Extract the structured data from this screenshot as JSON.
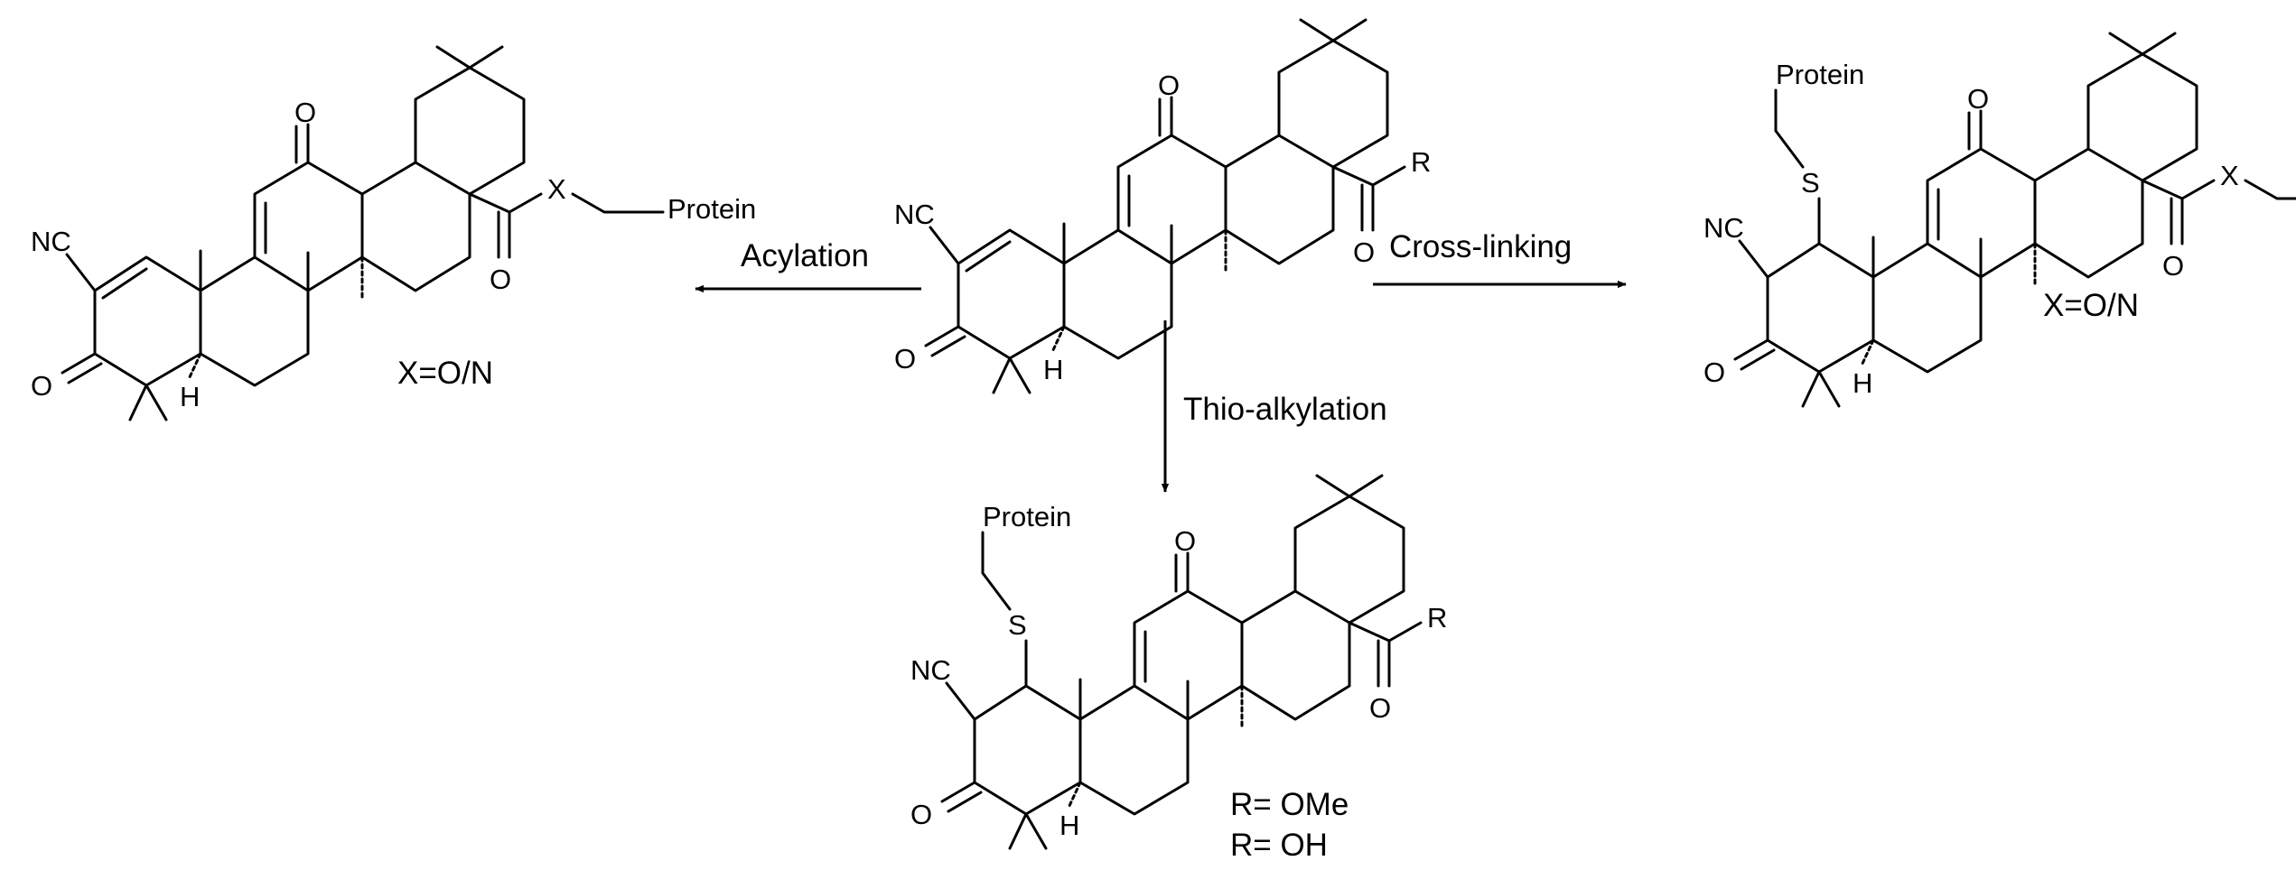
{
  "reactions": {
    "acylation": "Acylation",
    "cross_linking": "Cross-linking",
    "thio_alkylation": "Thio-alkylation"
  },
  "atoms": {
    "nc": "NC",
    "o": "O",
    "h": "H",
    "r": "R",
    "x": "X",
    "s": "S",
    "protein": "Protein"
  },
  "notes": {
    "x_def": "X=O/N",
    "r_ome": "R= OMe",
    "r_oh": "R= OH"
  }
}
